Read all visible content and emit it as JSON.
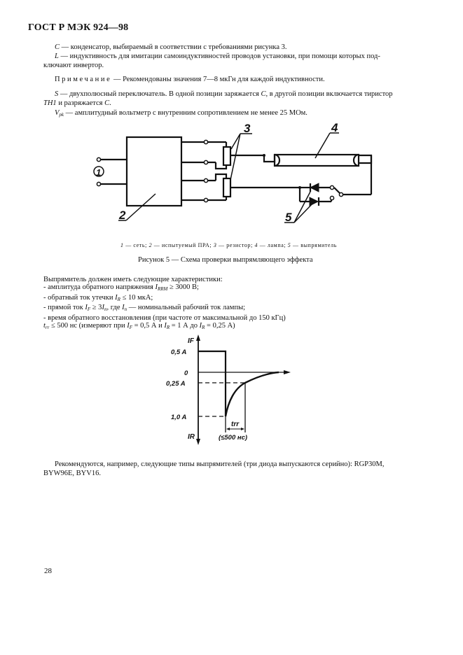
{
  "header": {
    "title": "ГОСТ Р МЭК 924—98"
  },
  "definitions": {
    "c": {
      "symbol": "C",
      "text": " — конденсатор, выбираемый в соответствии с требованиями рисунка 3."
    },
    "l": {
      "symbol": "L",
      "text_line1": " — индуктивность для имитации самоиндуктивностей проводов установки, при помощи которых под-",
      "text_line2": "ключают инвертор."
    },
    "note": {
      "label": "Примечание",
      "text": " — Рекомендованы значения 7—8 мкГн для каждой индуктивности."
    },
    "s": {
      "symbol": "S",
      "text_a": " — двухполюсный переключатель. В одной позиции заряжается ",
      "sym_c1": "C",
      "text_b": ", в другой позиции включается тиристор",
      "sym_th": "TH1",
      "text_c": " и разряжается ",
      "sym_c2": "C",
      "text_d": "."
    },
    "v": {
      "symbol": "V",
      "sub": "pk",
      "text": " — амплитудный вольтметр с внутренним сопротивлением не менее 25 МОм."
    }
  },
  "figure5": {
    "labels": {
      "n1": "1",
      "n2": "2",
      "n3": "3",
      "n4": "4",
      "n5": "5"
    },
    "legend": [
      {
        "num": "1",
        "text": " — сеть; "
      },
      {
        "num": "2",
        "text": " — испытуемый ПРА; "
      },
      {
        "num": "3",
        "text": " — резистор; "
      },
      {
        "num": "4",
        "text": " — лампа; "
      },
      {
        "num": "5",
        "text": " — выпрямитель"
      }
    ],
    "caption": "Рисунок 5 — Схема проверки выпрямляющего эффекта"
  },
  "requirements": {
    "intro": "Выпрямитель должен иметь следующие характеристики:",
    "items": [
      {
        "prefix": "-  амплитуда обратного напряжения ",
        "sym": "I",
        "sub": "RRM",
        "suffix": " ≥ 3000 В;"
      },
      {
        "prefix": "-  обратный ток утечки ",
        "sym": "I",
        "sub": "R",
        "suffix": " ≤ 10 мкА;"
      },
      {
        "prefix": "-  прямой ток ",
        "sym": "I",
        "sub": "F",
        "mid": " ≥ 3",
        "sym2": "I",
        "sub2": "n",
        "mid2": ", где ",
        "sym3": "I",
        "sub3": "n",
        "suffix": " — номинальный рабочий ток лампы;"
      },
      {
        "prefix": "-  время обратного восстановления (при частоте от максимальной до 150 кГц)"
      }
    ],
    "trr_line": {
      "sym": "t",
      "sub": "rr",
      "a": " ≤ 500 нс (измеряют при ",
      "s1": "I",
      "b1": "F",
      "c": " = 0,5 А и ",
      "s2": "I",
      "b2": "R",
      "d": " = 1 А до ",
      "s3": "I",
      "b3": "R",
      "e": " = 0,25 А)"
    }
  },
  "chart_data": {
    "type": "line",
    "title": "",
    "ylabel_top": "IF",
    "ylabel_bottom": "IR",
    "y_tick_labels": [
      "0,5 A",
      "0",
      "0,25 A",
      "1,0 A"
    ],
    "trr_label": "trr",
    "trr_annotation": "(≤500 нс)",
    "series": [
      {
        "name": "forward current pulse",
        "points": [
          [
            0,
            0.5
          ],
          [
            1,
            0.5
          ],
          [
            1,
            -1.0
          ]
        ]
      },
      {
        "name": "reverse recovery curve",
        "points": [
          [
            1,
            -1.0
          ],
          [
            1.3,
            -0.5
          ],
          [
            1.6,
            -0.25
          ],
          [
            2.2,
            -0.05
          ],
          [
            2.8,
            0
          ]
        ]
      }
    ]
  },
  "recommendation": {
    "line1": "Рекомендуются, например, следующие типы выпрямителей (три диода выпускаются серийно): RGP30M,",
    "line2": "BYW96E, BYV16."
  },
  "footer": {
    "page_number": "28"
  }
}
